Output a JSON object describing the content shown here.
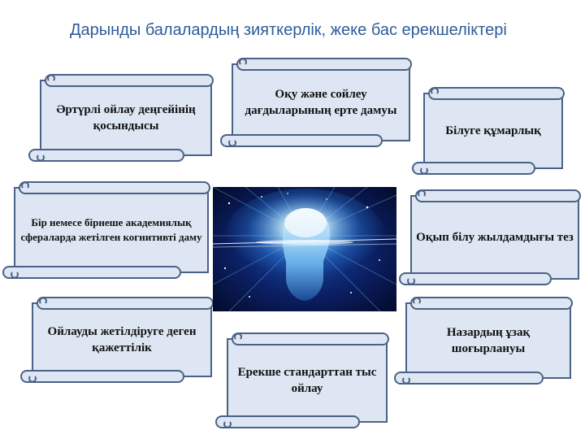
{
  "title": "Дарынды балалардың зияткерлік, жеке бас ерекшеліктері",
  "colors": {
    "title": "#2e5c9a",
    "scroll_fill": "#dde6f2",
    "scroll_stroke": "#4a6287",
    "image_glow": "#9fe0ff"
  },
  "center_image": {
    "icon": "glowing-brain-head-image"
  },
  "scrolls": [
    {
      "id": "diverse-thinking",
      "text": "Әртүрлі ойлау деңгейінің қосындысы"
    },
    {
      "id": "early-speech",
      "text": "Оқу және сойлеу дағдыларының ерте дамуы"
    },
    {
      "id": "curiosity",
      "text": "Білуге құмарлық"
    },
    {
      "id": "cognitive-development",
      "text": "Бір немесе бірнеше академиялық сфераларда жетілген когнитивті даму"
    },
    {
      "id": "fast-reading",
      "text": "Оқып білу жылдамдығы тез"
    },
    {
      "id": "improve-thinking",
      "text": "Ойлауды жетілдіруге деген қажеттілік"
    },
    {
      "id": "unconventional-thinking",
      "text": "Ерекше стандарттан тыс ойлау"
    },
    {
      "id": "long-attention",
      "text": "Назардың ұзақ шоғырлануы"
    }
  ]
}
